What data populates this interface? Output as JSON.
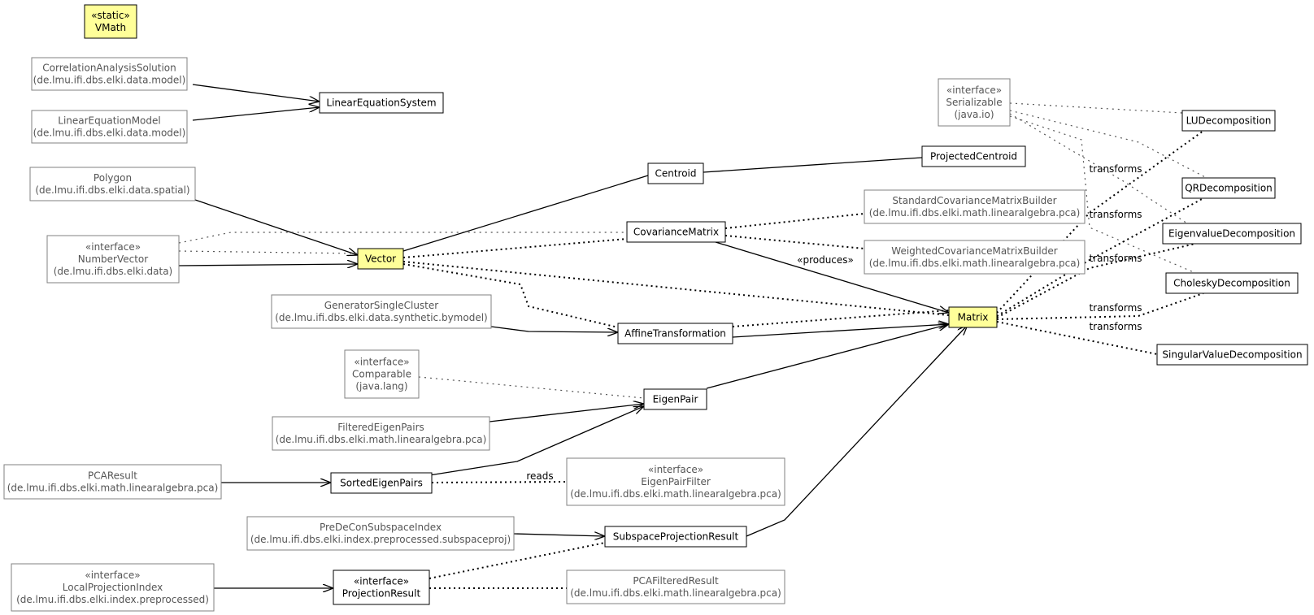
{
  "diagram": {
    "nodes": [
      {
        "id": "vmath",
        "lines": [
          "«static»",
          "VMath"
        ],
        "style": "highlight"
      },
      {
        "id": "correlation",
        "lines": [
          "CorrelationAnalysisSolution",
          "(de.lmu.ifi.dbs.elki.data.model)"
        ],
        "style": "external"
      },
      {
        "id": "lem",
        "lines": [
          "LinearEquationModel",
          "(de.lmu.ifi.dbs.elki.data.model)"
        ],
        "style": "external"
      },
      {
        "id": "les",
        "lines": [
          "LinearEquationSystem"
        ],
        "style": "internal"
      },
      {
        "id": "polygon",
        "lines": [
          "Polygon",
          "(de.lmu.ifi.dbs.elki.data.spatial)"
        ],
        "style": "external"
      },
      {
        "id": "numbervector",
        "lines": [
          "«interface»",
          "NumberVector",
          "(de.lmu.ifi.dbs.elki.data)"
        ],
        "style": "external"
      },
      {
        "id": "vector",
        "lines": [
          "Vector"
        ],
        "style": "highlight"
      },
      {
        "id": "centroid",
        "lines": [
          "Centroid"
        ],
        "style": "internal"
      },
      {
        "id": "projcentroid",
        "lines": [
          "ProjectedCentroid"
        ],
        "style": "internal"
      },
      {
        "id": "serializable",
        "lines": [
          "«interface»",
          "Serializable",
          "(java.io)"
        ],
        "style": "external"
      },
      {
        "id": "lu",
        "lines": [
          "LUDecomposition"
        ],
        "style": "internal"
      },
      {
        "id": "qr",
        "lines": [
          "QRDecomposition"
        ],
        "style": "internal"
      },
      {
        "id": "eigen",
        "lines": [
          "EigenvalueDecomposition"
        ],
        "style": "internal"
      },
      {
        "id": "cholesky",
        "lines": [
          "CholeskyDecomposition"
        ],
        "style": "internal"
      },
      {
        "id": "svd",
        "lines": [
          "SingularValueDecomposition"
        ],
        "style": "internal"
      },
      {
        "id": "stdcov",
        "lines": [
          "StandardCovarianceMatrixBuilder",
          "(de.lmu.ifi.dbs.elki.math.linearalgebra.pca)"
        ],
        "style": "external"
      },
      {
        "id": "wcov",
        "lines": [
          "WeightedCovarianceMatrixBuilder",
          "(de.lmu.ifi.dbs.elki.math.linearalgebra.pca)"
        ],
        "style": "external"
      },
      {
        "id": "covmatrix",
        "lines": [
          "CovarianceMatrix"
        ],
        "style": "internal"
      },
      {
        "id": "matrix",
        "lines": [
          "Matrix"
        ],
        "style": "highlight"
      },
      {
        "id": "gensingle",
        "lines": [
          "GeneratorSingleCluster",
          "(de.lmu.ifi.dbs.elki.data.synthetic.bymodel)"
        ],
        "style": "external"
      },
      {
        "id": "affine",
        "lines": [
          "AffineTransformation"
        ],
        "style": "internal"
      },
      {
        "id": "comparable",
        "lines": [
          "«interface»",
          "Comparable",
          "(java.lang)"
        ],
        "style": "external"
      },
      {
        "id": "eigenpair",
        "lines": [
          "EigenPair"
        ],
        "style": "internal"
      },
      {
        "id": "filtered",
        "lines": [
          "FilteredEigenPairs",
          "(de.lmu.ifi.dbs.elki.math.linearalgebra.pca)"
        ],
        "style": "external"
      },
      {
        "id": "pcaresult",
        "lines": [
          "PCAResult",
          "(de.lmu.ifi.dbs.elki.math.linearalgebra.pca)"
        ],
        "style": "external"
      },
      {
        "id": "sorted",
        "lines": [
          "SortedEigenPairs"
        ],
        "style": "internal"
      },
      {
        "id": "filter",
        "lines": [
          "«interface»",
          "EigenPairFilter",
          "(de.lmu.ifi.dbs.elki.math.linearalgebra.pca)"
        ],
        "style": "external"
      },
      {
        "id": "predecon",
        "lines": [
          "PreDeConSubspaceIndex",
          "(de.lmu.ifi.dbs.elki.index.preprocessed.subspaceproj)"
        ],
        "style": "external"
      },
      {
        "id": "subspace",
        "lines": [
          "SubspaceProjectionResult"
        ],
        "style": "internal"
      },
      {
        "id": "lpi",
        "lines": [
          "«interface»",
          "LocalProjectionIndex",
          "(de.lmu.ifi.dbs.elki.index.preprocessed)"
        ],
        "style": "external"
      },
      {
        "id": "projresult",
        "lines": [
          "«interface»",
          "ProjectionResult"
        ],
        "style": "internal"
      },
      {
        "id": "pcafiltered",
        "lines": [
          "PCAFilteredResult",
          "(de.lmu.ifi.dbs.elki.math.linearalgebra.pca)"
        ],
        "style": "external"
      }
    ],
    "edge_labels": {
      "produces": "«produces»",
      "transforms": "transforms",
      "reads": "reads"
    },
    "colors": {
      "highlight_fill": "#ffff99",
      "border": "#000000",
      "external_border": "#808080",
      "external_text": "#555555"
    }
  }
}
